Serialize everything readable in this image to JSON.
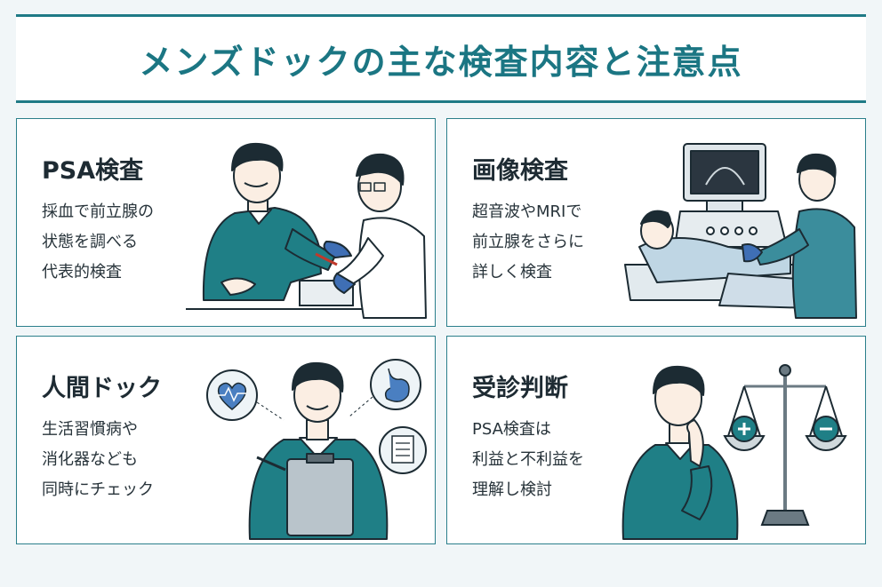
{
  "header": {
    "title": "メンズドックの主な検査内容と注意点"
  },
  "cards": [
    {
      "title": "PSA検査",
      "description": "採血で前立腺の\n状態を調べる\n代表的検査"
    },
    {
      "title": "画像検査",
      "description": "超音波やMRIで\n前立腺をさらに\n詳しく検査"
    },
    {
      "title": "人間ドック",
      "description": "生活習慣病や\n消化器なども\n同時にチェック"
    },
    {
      "title": "受診判断",
      "description": "PSA検査は\n利益と不利益を\n理解し検討"
    }
  ],
  "colors": {
    "accent": "#1f7a86",
    "sweater": "#1f7f86",
    "glove": "#3f6fb5",
    "background": "#f1f6f8"
  }
}
